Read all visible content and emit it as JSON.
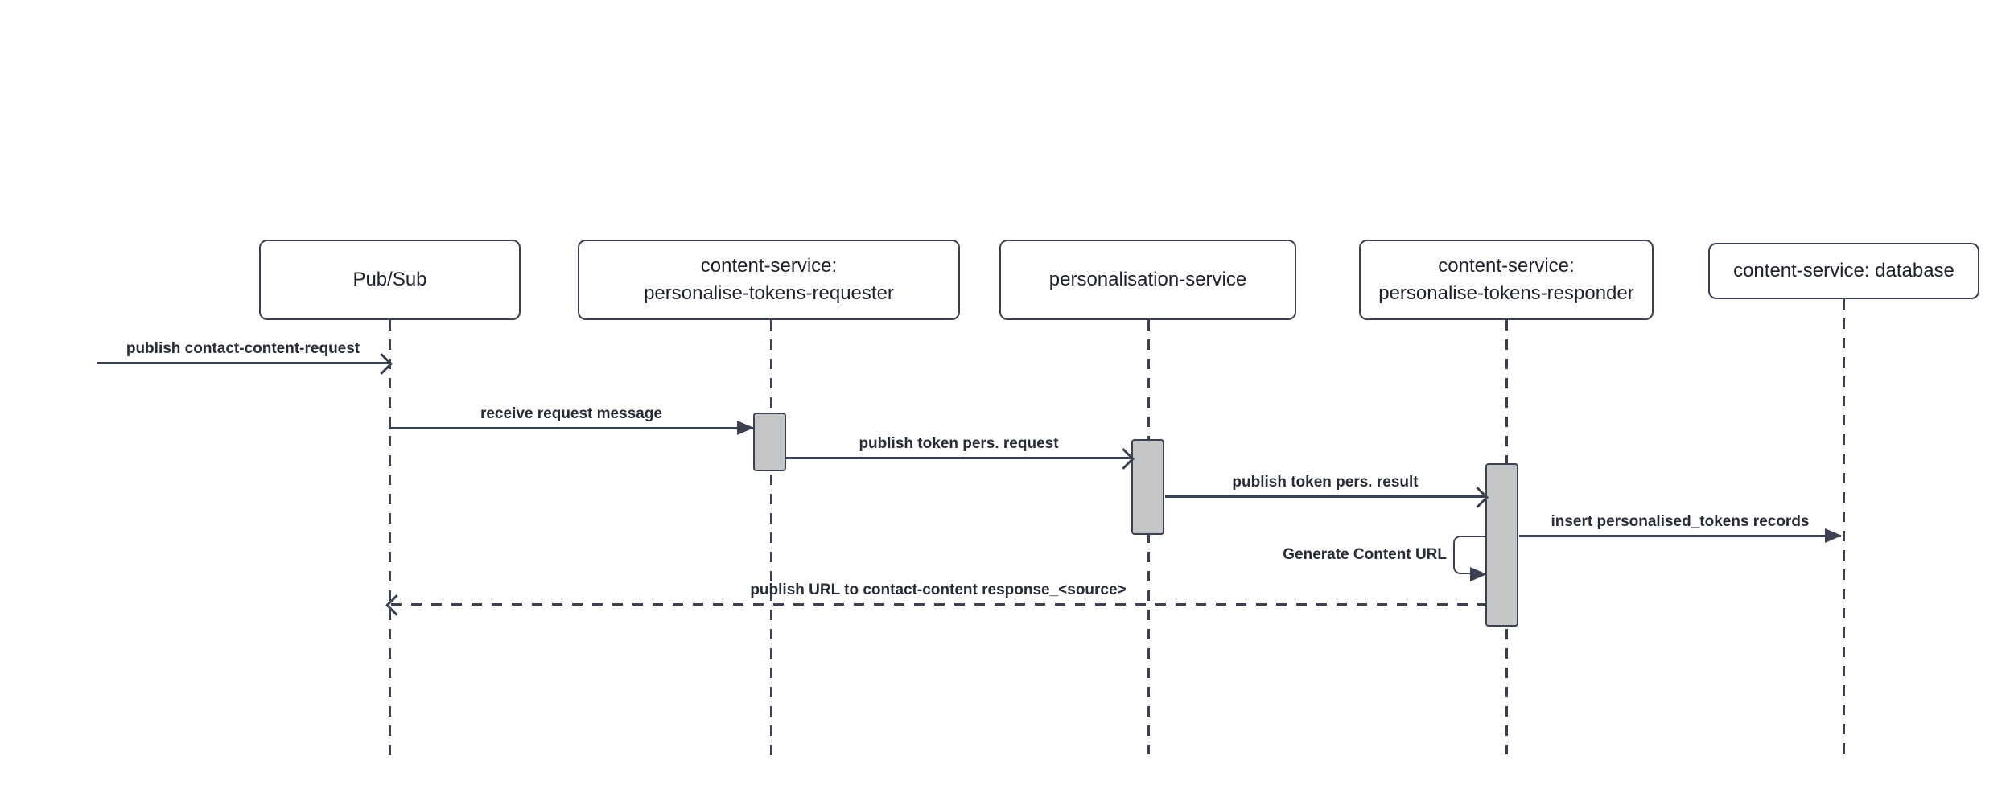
{
  "diagram": {
    "type": "sequence-diagram",
    "background": "#ffffff",
    "colors": {
      "line": "#3b4150",
      "actor_fill": "#ffffff",
      "actor_border": "#3b4150",
      "activation_fill": "#c4c6c8",
      "text": "#1d212b"
    },
    "actors": [
      {
        "id": "pubsub",
        "label": "Pub/Sub"
      },
      {
        "id": "content-service-personalise-tokens-requester",
        "label": "content-service:\npersonalise-tokens-requester"
      },
      {
        "id": "personalisation-service",
        "label": "personalisation-service"
      },
      {
        "id": "content-service-personalise-tokens-responder",
        "label": "content-service:\npersonalise-tokens-responder"
      },
      {
        "id": "content-service-database",
        "label": "content-service: database"
      }
    ],
    "messages": [
      {
        "label": "publish contact-content-request",
        "from": "external",
        "to": "pubsub",
        "line": "solid",
        "arrowhead": "open"
      },
      {
        "label": "receive request message",
        "from": "pubsub",
        "to": "content-service-personalise-tokens-requester",
        "line": "solid",
        "arrowhead": "filled"
      },
      {
        "label": "publish token pers. request",
        "from": "content-service-personalise-tokens-requester",
        "to": "personalisation-service",
        "line": "solid",
        "arrowhead": "open"
      },
      {
        "label": "publish token pers. result",
        "from": "personalisation-service",
        "to": "content-service-personalise-tokens-responder",
        "line": "solid",
        "arrowhead": "open"
      },
      {
        "label": "insert personalised_tokens records",
        "from": "content-service-personalise-tokens-responder",
        "to": "content-service-database",
        "line": "solid",
        "arrowhead": "filled"
      },
      {
        "label": "Generate Content URL",
        "from": "content-service-personalise-tokens-responder",
        "to": "content-service-personalise-tokens-responder",
        "line": "self-loop",
        "arrowhead": "filled"
      },
      {
        "label": "publish URL to contact-content response_<source>",
        "from": "content-service-personalise-tokens-responder",
        "to": "pubsub",
        "line": "dashed",
        "arrowhead": "open"
      }
    ]
  }
}
